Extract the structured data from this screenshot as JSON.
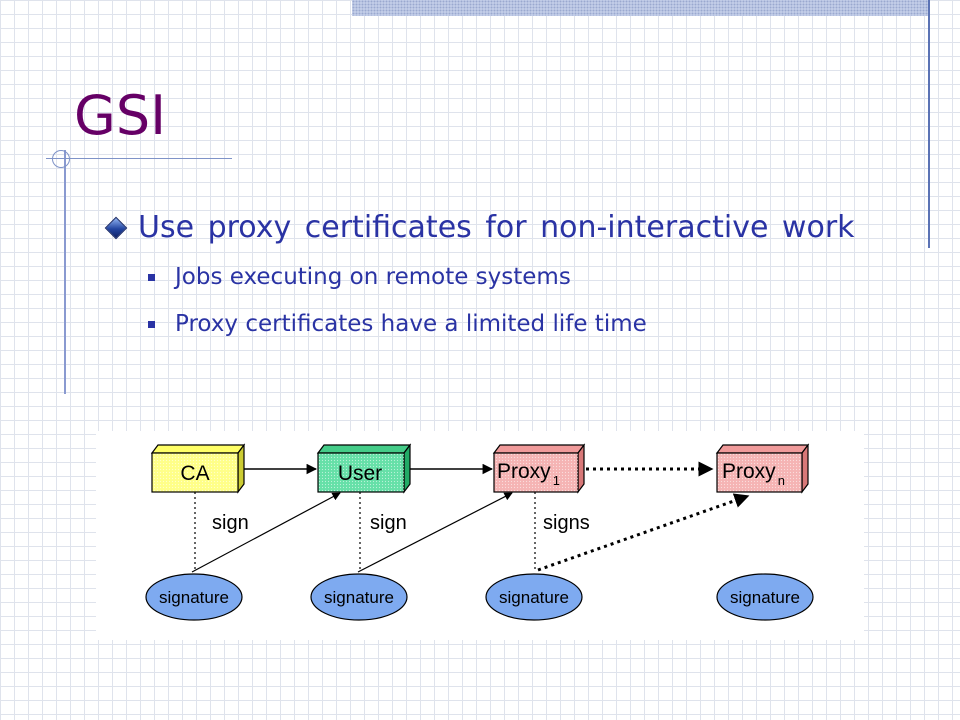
{
  "slide": {
    "title": "GSI",
    "bullet": "Use proxy certificates for non-interactive work",
    "sub_bullets": [
      "Jobs executing on remote systems",
      "Proxy certificates have a limited life time"
    ]
  },
  "diagram": {
    "boxes": {
      "ca": "CA",
      "user": "User",
      "proxy1": "Proxy",
      "proxy1_sub": "1",
      "proxyn": "Proxy",
      "proxyn_sub": "n"
    },
    "labels": {
      "sign1": "sign",
      "sign2": "sign",
      "signs": "signs"
    },
    "signatures": [
      "signature",
      "signature",
      "signature",
      "signature"
    ]
  },
  "colors": {
    "title": "#660066",
    "text": "#2a33a4",
    "ca_box": "#ffff88",
    "user_box": "#66e0a8",
    "proxy_box": "#f5b4b4",
    "signature_fill": "#7eaaf0"
  }
}
